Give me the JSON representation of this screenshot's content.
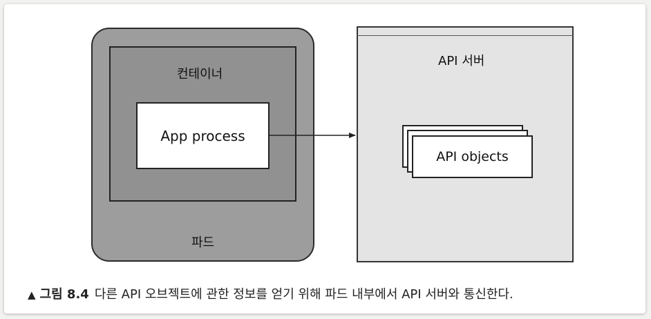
{
  "diagram": {
    "pod_label": "파드",
    "container_label": "컨테이너",
    "app_process_label": "App process",
    "api_server_label": "API 서버",
    "api_objects_label": "API objects"
  },
  "caption": {
    "marker": "▲",
    "figure_number": "그림 8.4",
    "text": "다른 API 오브젝트에 관한 정보를 얻기 위해 파드 내부에서 API 서버와 통신한다."
  },
  "colors": {
    "pod_fill": "#9d9d9d",
    "container_fill": "#919191",
    "server_fill": "#e4e4e4"
  }
}
